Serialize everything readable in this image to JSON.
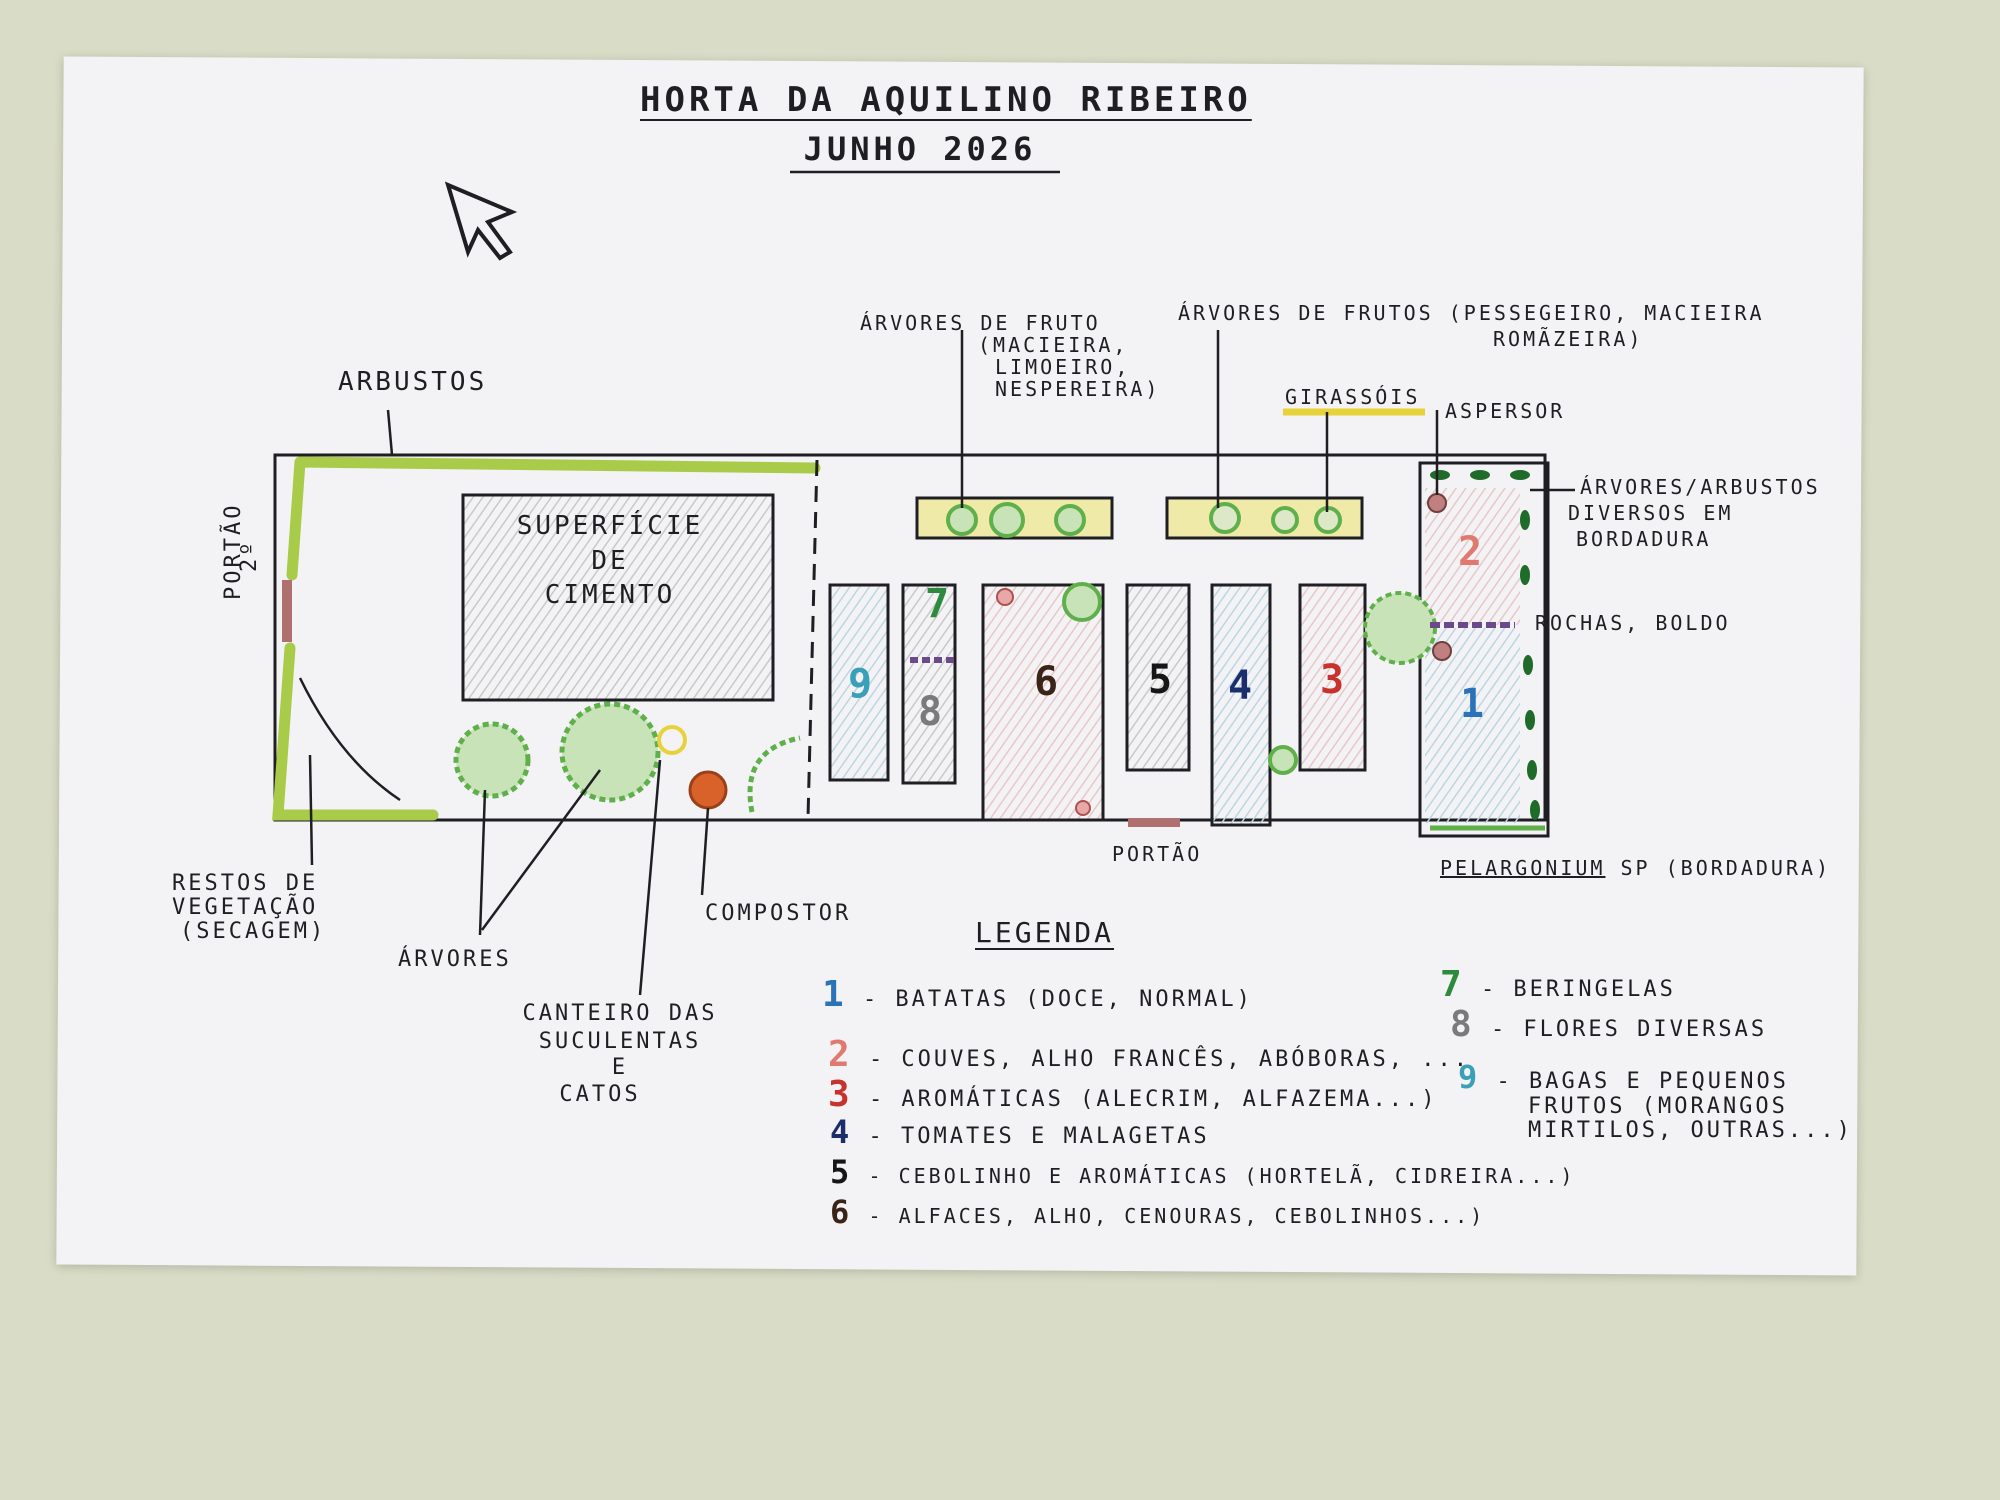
{
  "title": "HORTA DA AQUILINO RIBEIRO",
  "subtitle": "JUNHO 2026",
  "labels": {
    "arbustos": "ARBUSTOS",
    "portao_side": "PORTÃO",
    "portao_side_num": "2º",
    "superficie": [
      "SUPERFÍCIE",
      "DE",
      "CIMENTO"
    ],
    "restos": [
      "RESTOS DE",
      "VEGETAÇÃO",
      "(SECAGEM)"
    ],
    "arvores": "ÁRVORES",
    "canteiro": [
      "CANTEIRO DAS",
      "SUCULENTAS",
      "E",
      "CATOS"
    ],
    "compostor": "COMPOSTOR",
    "arvores_fruto_1": [
      "ÁRVORES DE FRUTO",
      "(MACIEIRA,",
      "LIMOEIRO,",
      "NESPEREIRA)"
    ],
    "arvores_frutos_2": [
      "ÁRVORES DE FRUTOS (PESSEGEIRO, MACIEIRA",
      "ROMÃZEIRA)"
    ],
    "girassois": "GIRASSÓIS",
    "aspersor": "ASPERSOR",
    "arvores_bordadura": [
      "ÁRVORES/ARBUSTOS",
      "DIVERSOS EM",
      "BORDADURA"
    ],
    "rochas": "ROCHAS, BOLDO",
    "portao_bottom": "PORTÃO",
    "pelargonium_a": "PELARGONIUM",
    "pelargonium_b": "SP (BORDADURA)"
  },
  "beds": {
    "b1": "1",
    "b2": "2",
    "b3": "3",
    "b4": "4",
    "b5": "5",
    "b6": "6",
    "b7": "7",
    "b8": "8",
    "b9": "9"
  },
  "legend": {
    "heading": "LEGENDA",
    "items": [
      {
        "num": "1",
        "text": "- BATATAS (DOCE, NORMAL)",
        "color": "#2a73b8"
      },
      {
        "num": "2",
        "text": "- COUVES, ALHO FRANCÊS, ABÓBORAS, ...",
        "color": "#e07a70"
      },
      {
        "num": "3",
        "text": "- AROMÁTICAS (ALECRIM, ALFAZEMA...)",
        "color": "#c8322c"
      },
      {
        "num": "4",
        "text": "- TOMATES E MALAGETAS",
        "color": "#1c2d6e"
      },
      {
        "num": "5",
        "text": "- CEBOLINHO E AROMÁTICAS (HORTELÃ, CIDREIRA...)",
        "color": "#161616"
      },
      {
        "num": "6",
        "text": "- ALFACES, ALHO, CENOURAS, CEBOLINHOS...)",
        "color": "#3a2418"
      },
      {
        "num": "7",
        "text": "- BERINGELAS",
        "color": "#2e8b3e"
      },
      {
        "num": "8",
        "text": "- FLORES DIVERSAS",
        "color": "#7a7a7a"
      },
      {
        "num": "9",
        "text": [
          "- BAGAS E PEQUENOS",
          "FRUTOS (MORANGOS",
          "MIRTILOS, OUTRAS...)"
        ],
        "color": "#3aa0b8"
      }
    ]
  },
  "colors": {
    "hedge": "#a8cc4a",
    "tree_green": "#5fb04a",
    "dark_green": "#1f6b2a",
    "sunflower": "#e8d23a",
    "compost": "#d8622a",
    "gate": "#b07070",
    "rocks": "#6a4a8a",
    "ink": "#1f1f23"
  }
}
